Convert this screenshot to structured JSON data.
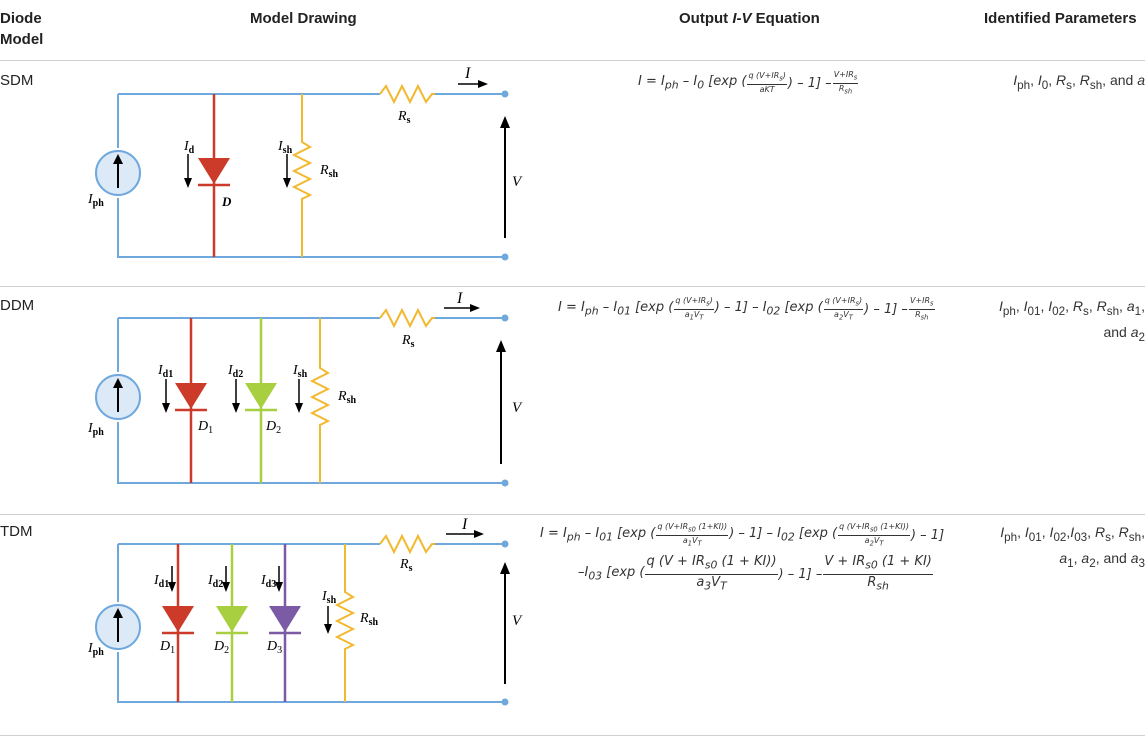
{
  "header": {
    "model": "Diode Model",
    "drawing": "Model Drawing",
    "equation": "Output I-V Equation",
    "params": "Identified Parameters"
  },
  "rows": [
    {
      "model": "SDM",
      "equation": {
        "parts": [
          "I = I",
          "ph",
          " – I",
          "0",
          " [exp (",
          "q (V+IR",
          "s",
          ")",
          "aKT",
          ") – 1] – ",
          "V+IR",
          "s",
          "R",
          "sh"
        ]
      },
      "params": "Iph, I0, Rs, Rsh, and a",
      "labels": {
        "I": "I",
        "Rs": "R",
        "Rs_sub": "s",
        "V": "V",
        "Id": "I",
        "Id_sub": "d",
        "D": "D",
        "Ish": "I",
        "Ish_sub": "sh",
        "Rsh": "R",
        "Rsh_sub": "sh",
        "Iph": "I",
        "Iph_sub": "ph"
      }
    },
    {
      "model": "DDM",
      "params": "Iph, I01, I02, Rs, Rsh, a1, and a2",
      "labels": {
        "Id1_sub": "d1",
        "Id2_sub": "d2",
        "D1": "D",
        "D1_sub": "1",
        "D2": "D",
        "D2_sub": "2"
      }
    },
    {
      "model": "TDM",
      "params": "Iph, I01, I02, I03, Rs, Rsh, a1, a2, and a3",
      "labels": {
        "Id3_sub": "d3",
        "D3": "D",
        "D3_sub": "3"
      }
    }
  ],
  "colors": {
    "wire": "#6fa8dc",
    "diode1": "#cc3a2a",
    "diode2": "#a8cf3f",
    "diode3": "#7b5aa6",
    "resistor": "#f0b92f",
    "source_fill": "#dce9f7"
  }
}
